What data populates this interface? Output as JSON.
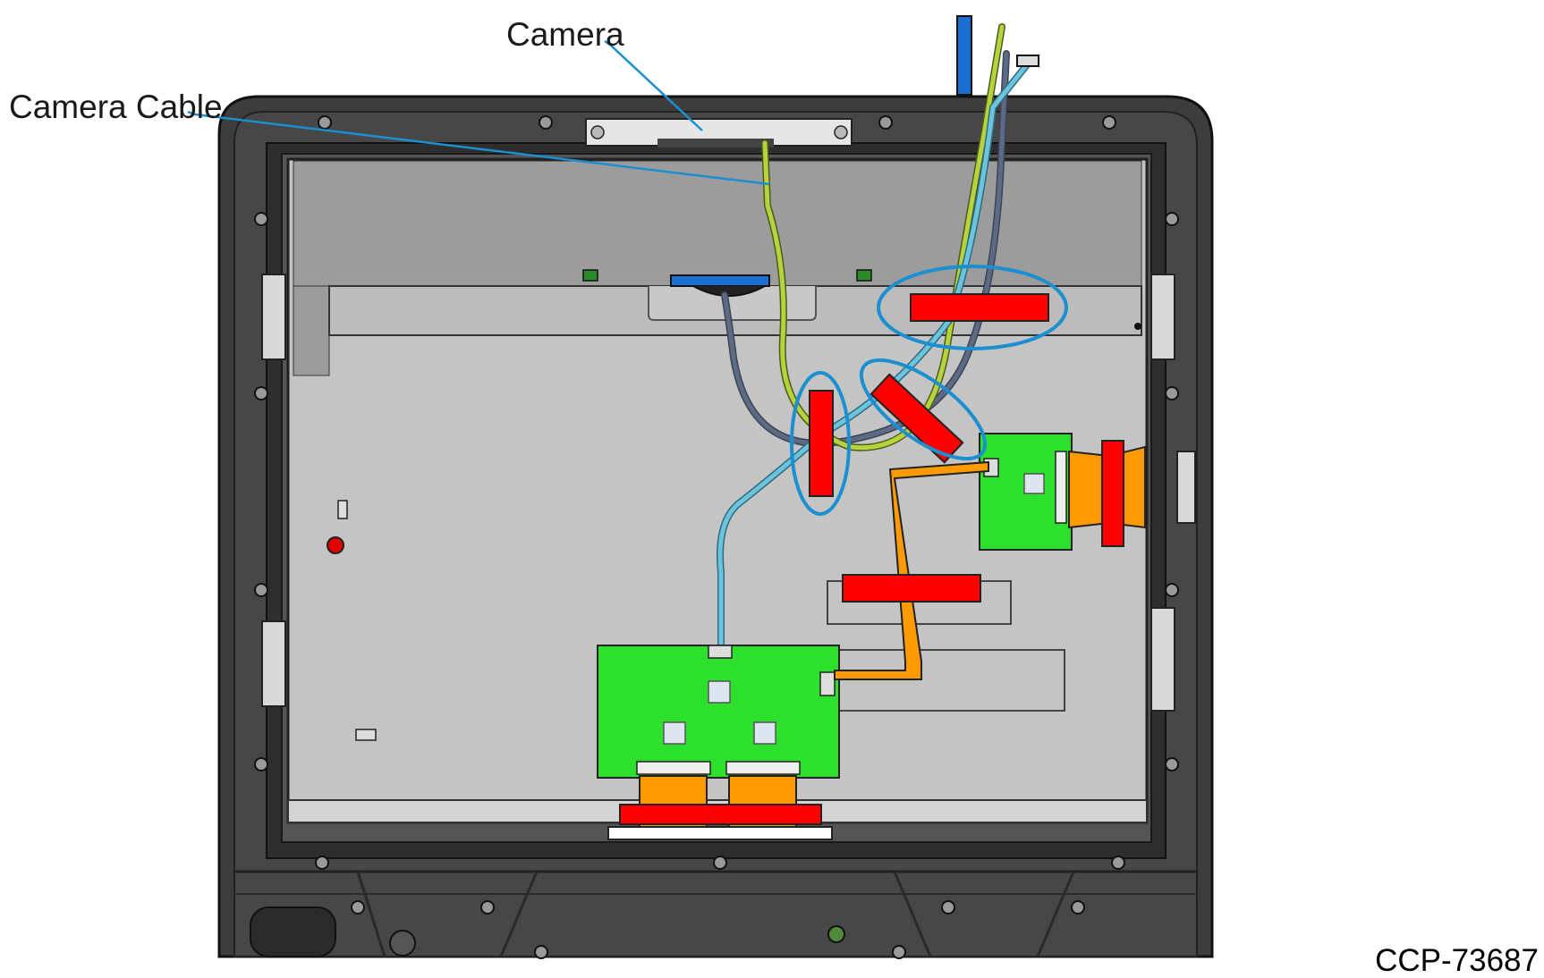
{
  "figure": {
    "callouts": {
      "camera": "Camera",
      "camera_cable": "Camera Cable"
    },
    "figure_code": "CCP-73687"
  },
  "colors": {
    "leader_line": "#1b8fd0",
    "highlight_ring": "#1b8fd0",
    "tape": "#ff0000",
    "pcb": "#22dd22",
    "flex_cable": "#ff9900",
    "cable_yellow_green": "#a8c83c",
    "cable_blue_gray": "#556078",
    "cable_light_blue": "#5cb4d0",
    "bezel": "#3a3a3a",
    "panel": "#bdbdbd"
  }
}
